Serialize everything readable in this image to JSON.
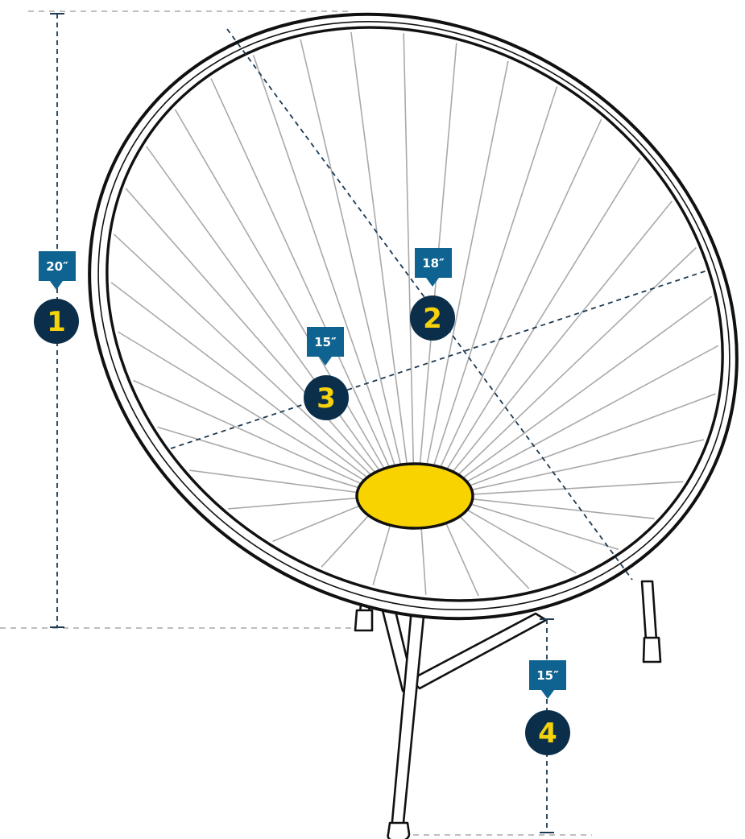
{
  "colors": {
    "navy": "#0b2f4a",
    "tag_blue": "#0f6391",
    "badge_number": "#f5d20c",
    "hub_yellow": "#f8d300",
    "frame_line": "#111111",
    "spoke_gray": "#a9a9a9",
    "guide_gray": "#a8a8a8",
    "dimension_line": "#1d3a52"
  },
  "dimensions": [
    {
      "id": "1",
      "label": "20″"
    },
    {
      "id": "2",
      "label": "18″"
    },
    {
      "id": "3",
      "label": "15″"
    },
    {
      "id": "4",
      "label": "15″"
    }
  ]
}
